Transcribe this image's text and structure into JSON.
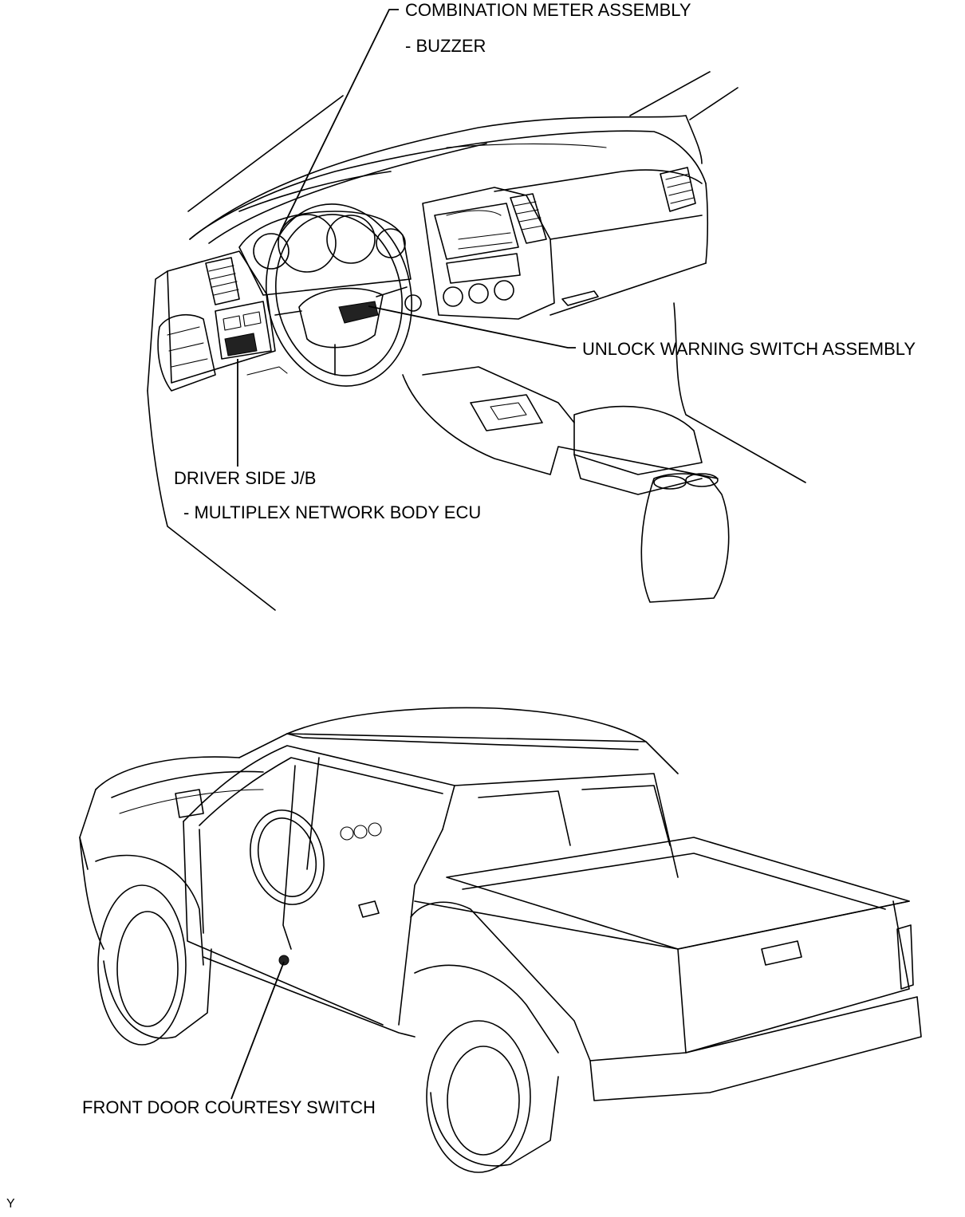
{
  "labels": {
    "combination_meter": "COMBINATION METER ASSEMBLY",
    "buzzer": "- BUZZER",
    "unlock_warning": "UNLOCK WARNING SWITCH ASSEMBLY",
    "driver_side_jb": "DRIVER SIDE J/B",
    "multiplex_ecu": "- MULTIPLEX NETWORK BODY ECU",
    "front_door_courtesy": "FRONT DOOR COURTESY SWITCH",
    "figure_code": "Y"
  }
}
